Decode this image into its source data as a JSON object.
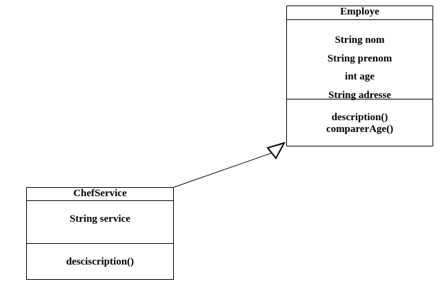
{
  "classes": {
    "employe": {
      "name": "Employe",
      "attributes": [
        "String nom",
        "String prenom",
        "int age",
        "String adresse"
      ],
      "methods": [
        "description()",
        "comparerAge()"
      ]
    },
    "chef_service": {
      "name": "ChefService",
      "attributes": [
        "String service"
      ],
      "methods": [
        "desciscription()"
      ]
    }
  },
  "relations": [
    {
      "type": "inheritance",
      "from": "ChefService",
      "to": "Employe"
    }
  ]
}
